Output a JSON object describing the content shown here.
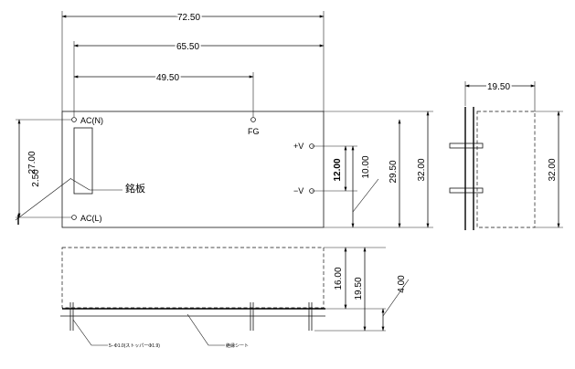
{
  "dimensions": {
    "width_total": "72.50",
    "pin_span": "65.50",
    "fg_offset": "49.50",
    "height_left": "27.00",
    "bottom_pin_offset": "2.50",
    "output_pin_pitch": "10.00",
    "output_bold": "12.00",
    "case_height_inner": "29.50",
    "case_height": "32.00",
    "side_depth": "19.50",
    "side_height": "32.00",
    "bottom_16": "16.00",
    "bottom_19_5": "19.50",
    "bottom_4": "4.00"
  },
  "pins": {
    "ac_n": "AC(N)",
    "ac_l": "AC(L)",
    "fg": "FG",
    "v_plus": "+V",
    "v_minus": "−V"
  },
  "labels": {
    "nameplate": "銘板",
    "pin_note": "5−Φ1.0(ストッパーΦ1.9)",
    "insulation_sheet": "絶縁シート"
  }
}
